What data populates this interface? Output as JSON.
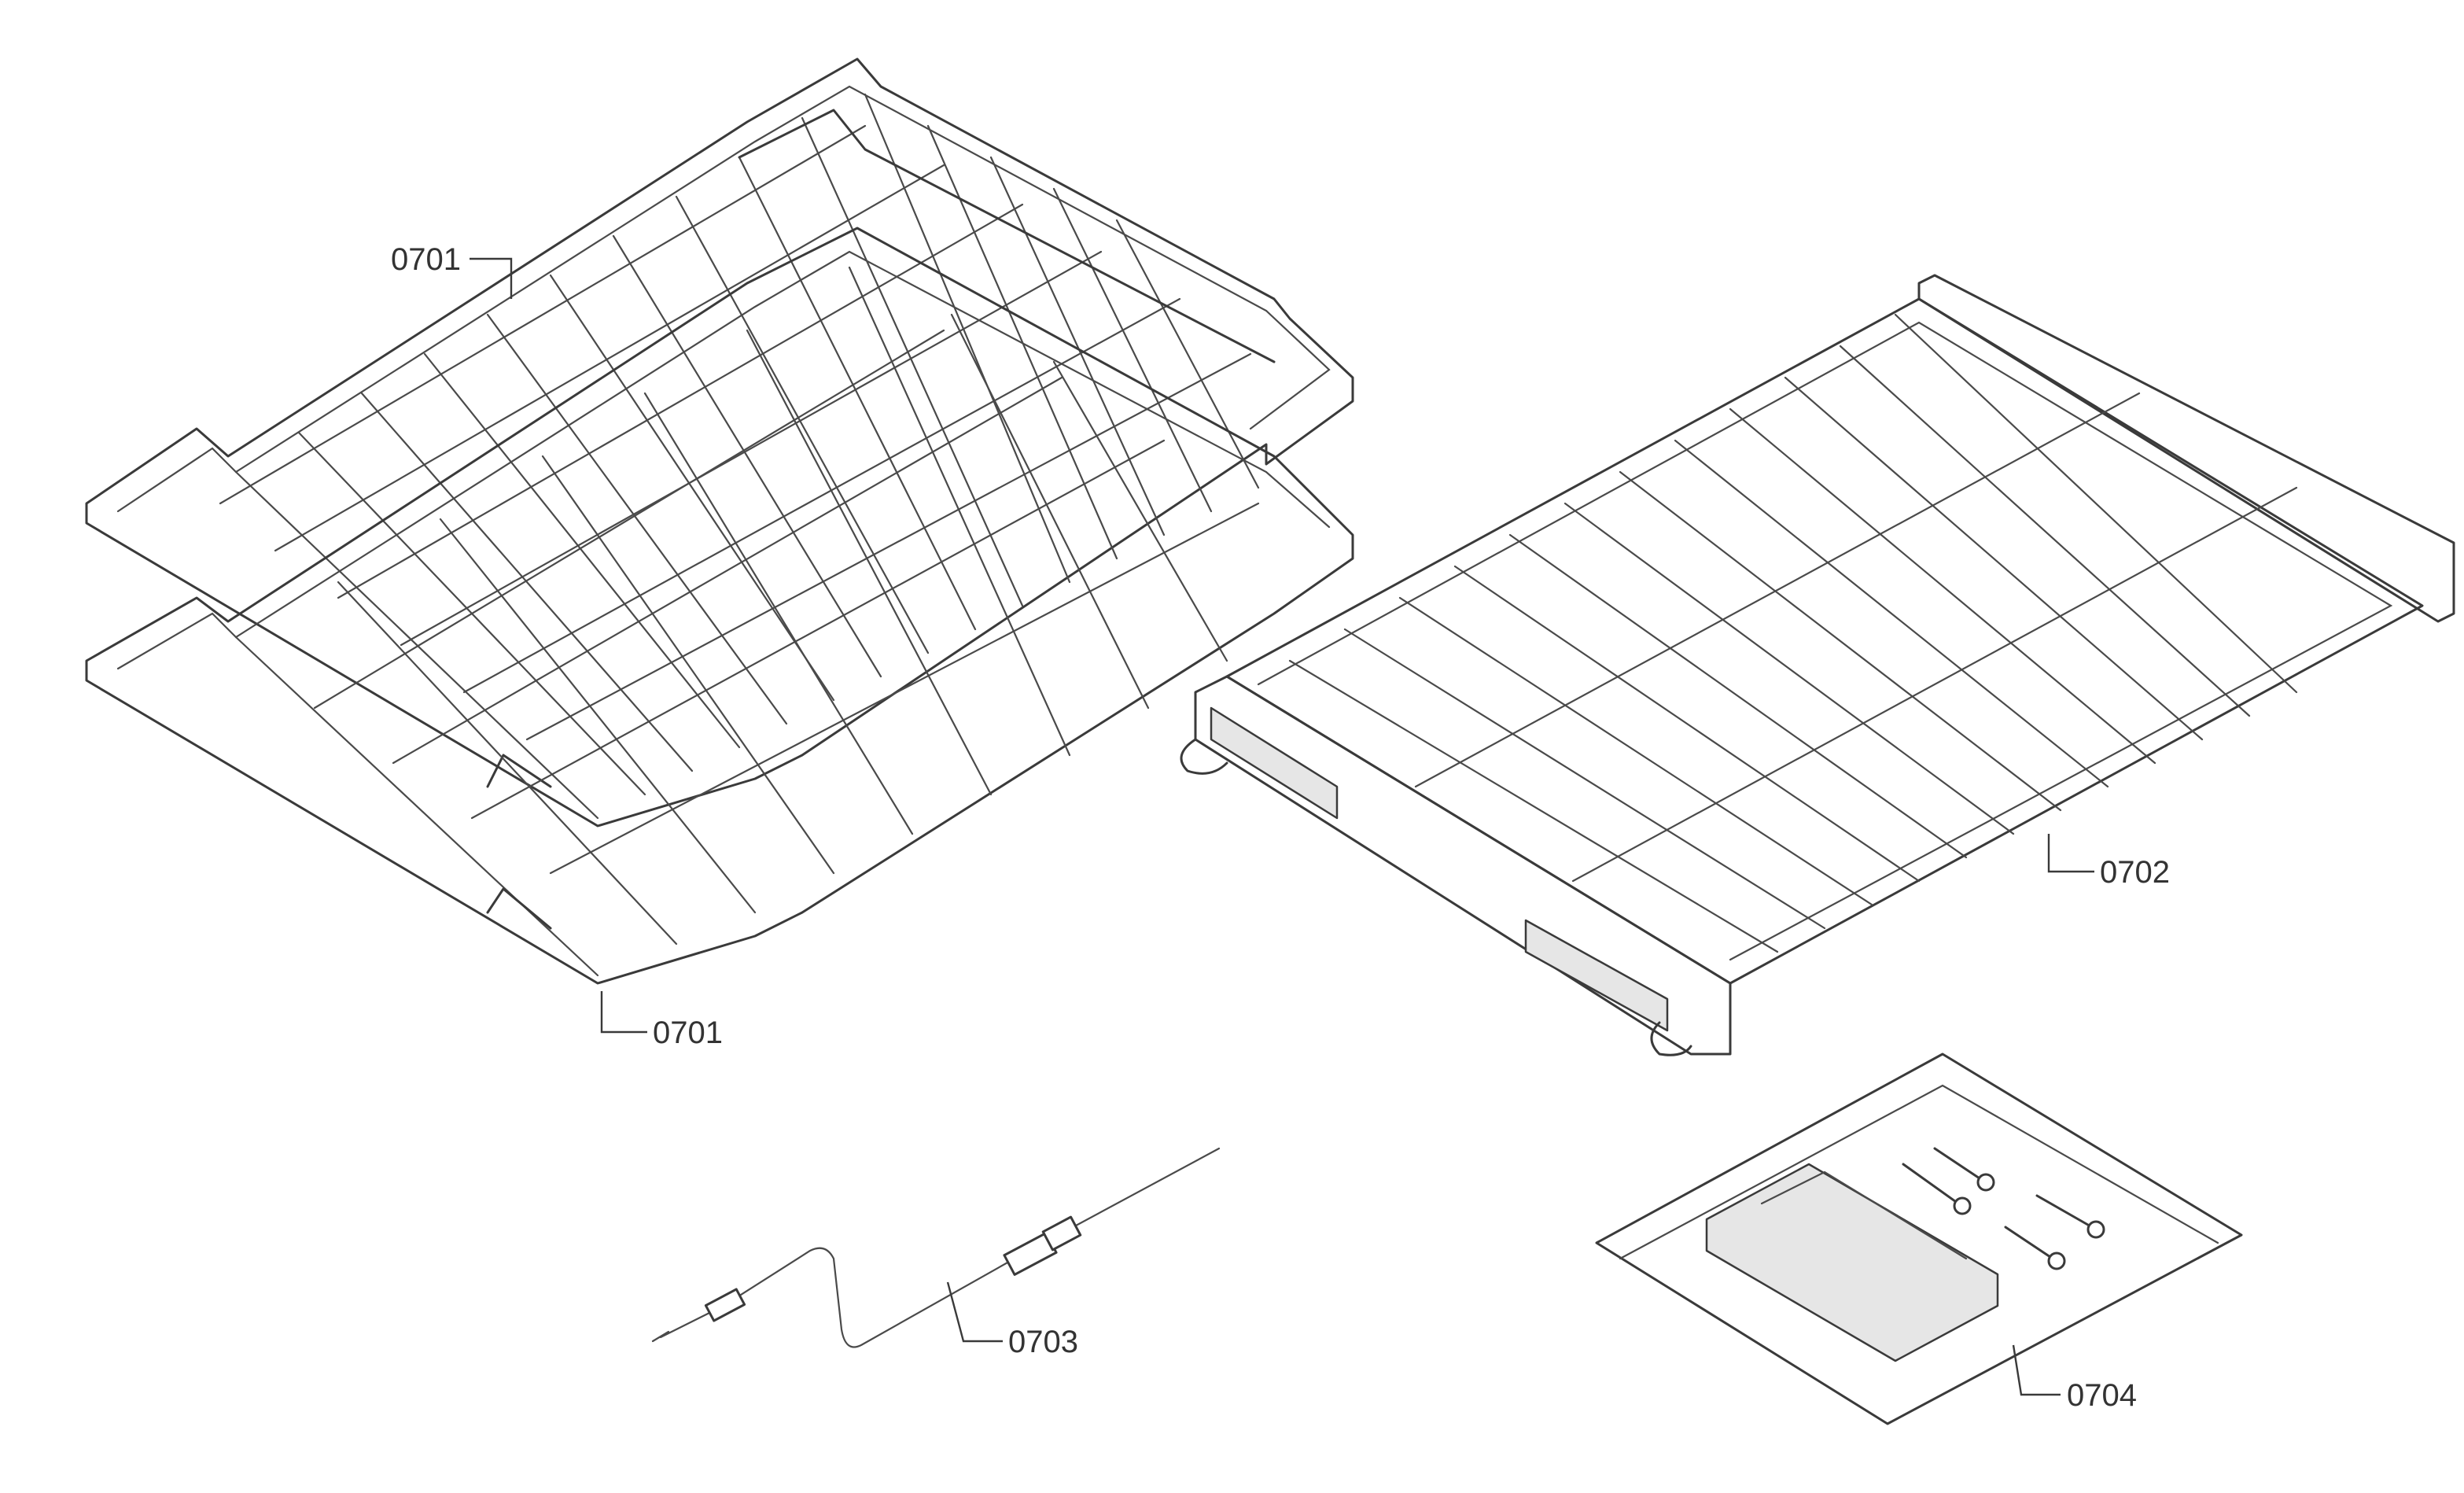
{
  "callouts": {
    "rack_top": "0701",
    "rack_bottom": "0701",
    "telescopic_rack": "0702",
    "meat_probe": "0703",
    "mounting_kit": "0704"
  }
}
